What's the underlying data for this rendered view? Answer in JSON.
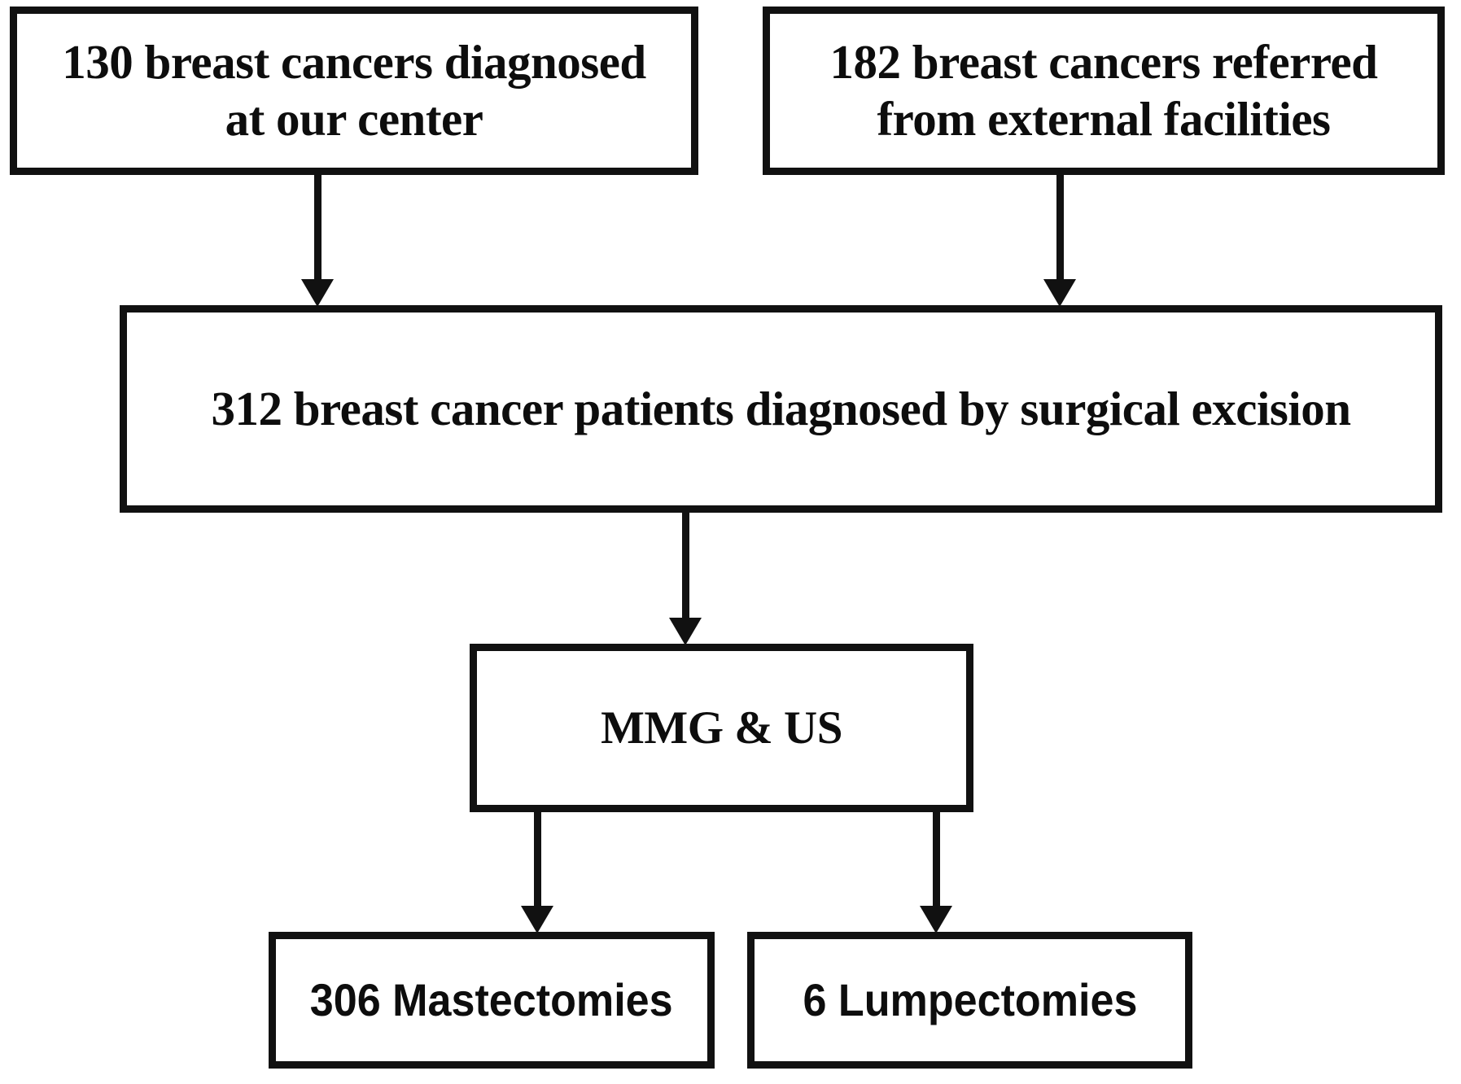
{
  "diagram": {
    "type": "flowchart",
    "title": "Breast cancer study patient flow",
    "background_color": "#ffffff",
    "line_color": "#111111",
    "text_color": "#0d0d0d",
    "nodes": [
      {
        "id": "source-internal",
        "label": "130 breast cancers diagnosed\nat   our center",
        "count": 130
      },
      {
        "id": "source-external",
        "label": "182 breast cancers referred\nfrom external facilities",
        "count": 182
      },
      {
        "id": "cohort",
        "label": "312 breast cancer patients diagnosed by surgical excision",
        "count": 312
      },
      {
        "id": "imaging",
        "label": "MMG & US",
        "count": null
      },
      {
        "id": "mastectomies",
        "label": "306 Mastectomies",
        "count": 306
      },
      {
        "id": "lumpectomies",
        "label": "6 Lumpectomies",
        "count": 6
      }
    ],
    "edges": [
      {
        "id": "internal-to-cohort",
        "from": "source-internal",
        "to": "cohort",
        "marker": "arrow-down"
      },
      {
        "id": "external-to-cohort",
        "from": "source-external",
        "to": "cohort",
        "marker": "arrow-down"
      },
      {
        "id": "cohort-to-imaging",
        "from": "cohort",
        "to": "imaging",
        "marker": "arrow-down"
      },
      {
        "id": "imaging-to-mast",
        "from": "imaging",
        "to": "mastectomies",
        "marker": "arrow-down"
      },
      {
        "id": "imaging-to-lump",
        "from": "imaging",
        "to": "lumpectomies",
        "marker": "arrow-down"
      }
    ]
  }
}
